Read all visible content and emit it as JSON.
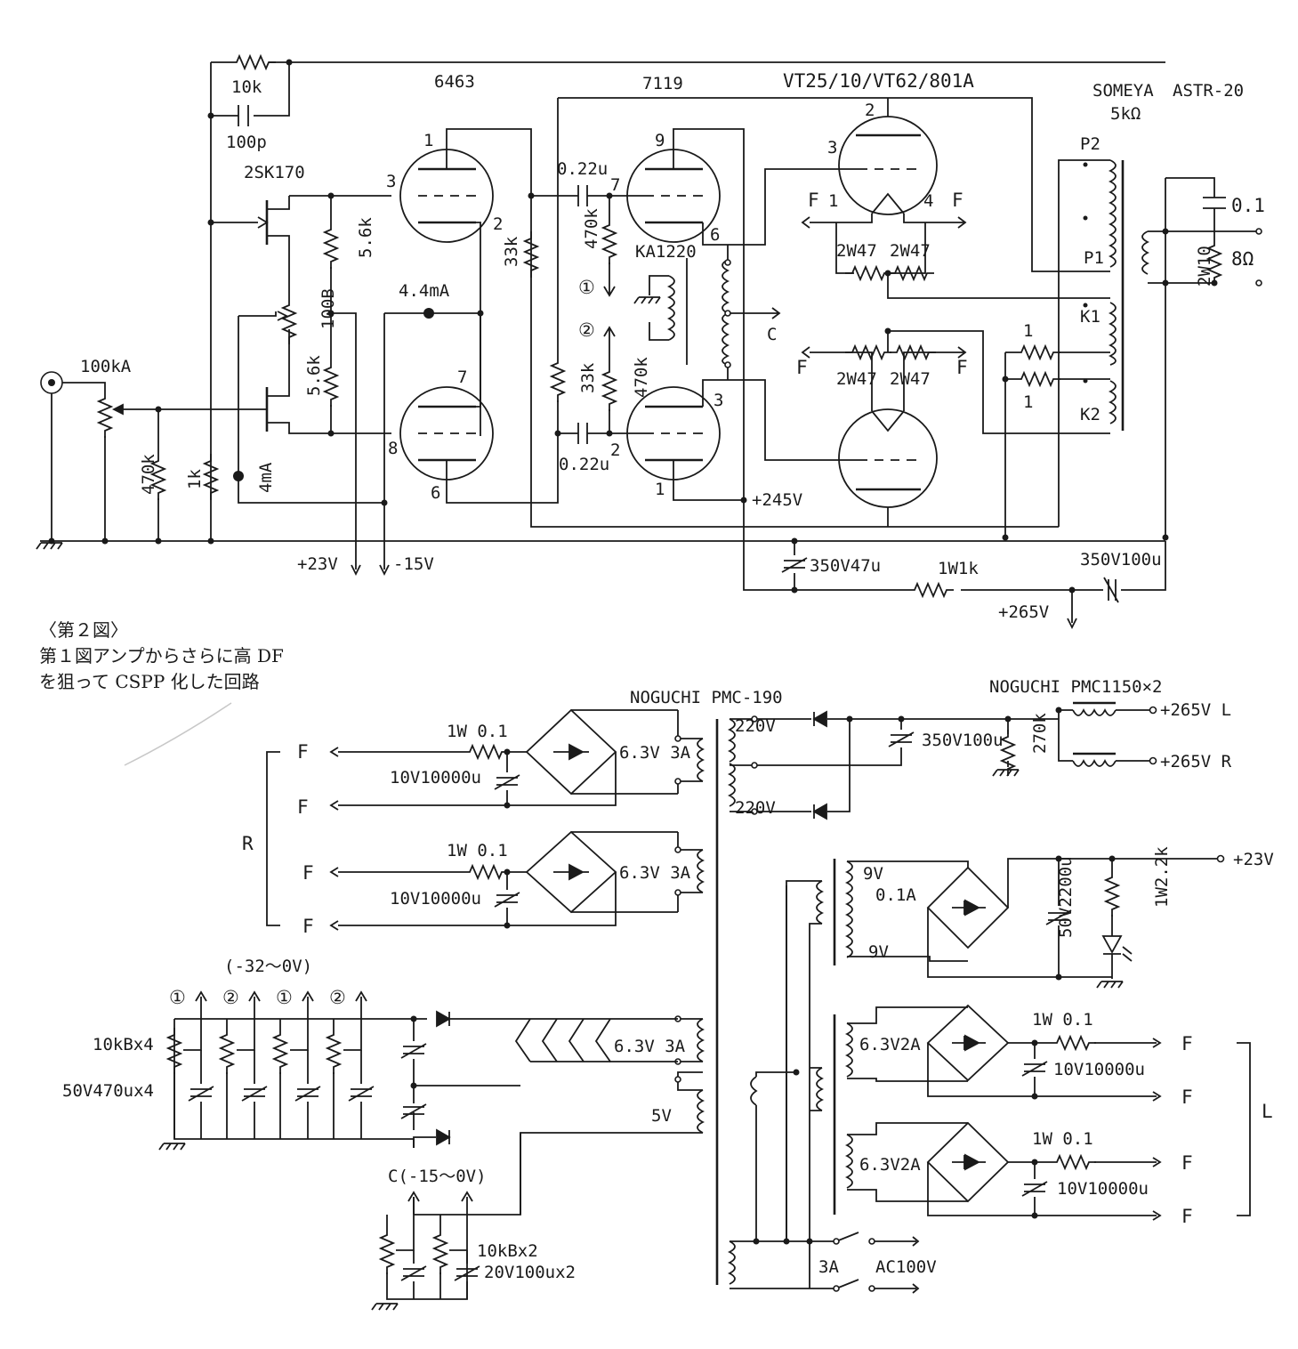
{
  "caption": {
    "figure": "〈第２図〉",
    "line1": "第１図アンプからさらに高 DF",
    "line2": "を狙って CSPP 化した回路"
  },
  "amp": {
    "r_10k": "10k",
    "c_100p": "100p",
    "fet": "2SK170",
    "tube_6463": "6463",
    "tube_7119": "7119",
    "tube_out": "VT25/10/VT62/801A",
    "opt_maker": "SOMEYA",
    "opt_model": "ASTR-20",
    "opt_imp": "5kΩ",
    "pin1": "1",
    "pin2": "2",
    "pin3": "3",
    "pin6": "6",
    "pin7": "7",
    "pin8": "8",
    "pin9": "9",
    "pin4": "4",
    "c_022u_top": "0.22u",
    "c_022u_bot": "0.22u",
    "r_470k_top": "470k",
    "r_470k_bot": "470k",
    "r_33k_a": "33k",
    "r_33k_b": "33k",
    "r_56k_a": "5.6k",
    "r_56k_b": "5.6k",
    "vr_100b": "100B",
    "i_44ma": "4.4mA",
    "i_4ma": "4mA",
    "vol_100ka": "100kA",
    "r_470k_in": "470k",
    "r_1k": "1k",
    "choke": "KA1220",
    "mark1": "①",
    "mark2": "②",
    "c_label": "C",
    "f": "F",
    "r_2w47": "2W47",
    "r_1a": "1",
    "r_1b": "1",
    "p2": "P2",
    "p1": "P1",
    "k1": "K1",
    "k2": "K2",
    "c_01": "0.1",
    "r_2w10": "2W10",
    "out_8ohm": "8Ω",
    "v_23": "+23V",
    "v_m15": "-15V",
    "v_245": "+245V",
    "c_350v47u": "350V47u",
    "r_1w1k": "1W1k",
    "c_350v100u": "350V100u",
    "v_265": "+265V"
  },
  "psu": {
    "pt": "NOGUCHI PMC-190",
    "choke": "NOGUCHI PMC1150×2",
    "v_220a": "220V",
    "v_220b": "220V",
    "c_350v100u": "350V100u",
    "r_270k": "270k",
    "out_l": "+265V L",
    "out_r": "+265V R",
    "f": "F",
    "r_group": "R",
    "l_group": "L",
    "r_1w01": "1W 0.1",
    "c_10v10000u": "10V10000u",
    "w_63v3a": "6.3V 3A",
    "w_63v2a": "6.3V2A",
    "w_9v_a": "9V",
    "w_01a": "0.1A",
    "w_9v_b": "9V",
    "c_50v2200u": "50V2200u",
    "r_1w22k": "1W2.2k",
    "out_23": "+23V",
    "bias_range": "(-32～0V)",
    "mark1": "①",
    "mark2": "②",
    "vr_10kbx4": "10kBx4",
    "c_50v470ux4": "50V470ux4",
    "w_5v": "5V",
    "c_bias": "C(-15～0V)",
    "vr_10kbx2": "10kBx2",
    "c_20v100ux2": "20V100ux2",
    "fuse": "3A",
    "ac": "AC100V"
  }
}
